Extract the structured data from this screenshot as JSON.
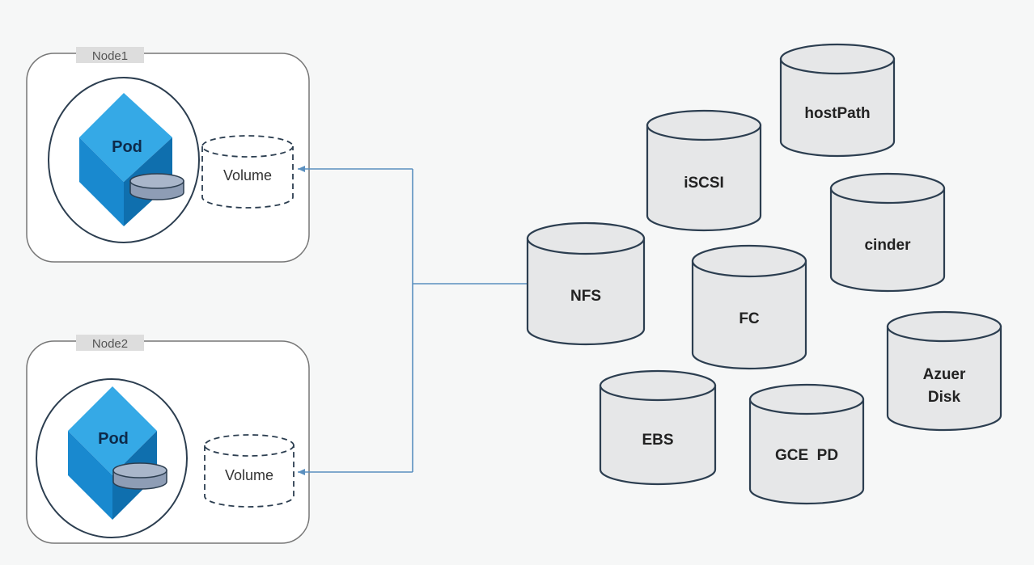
{
  "nodes": [
    {
      "tag": "Node1",
      "pod_label": "Pod",
      "volume_label": "Volume"
    },
    {
      "tag": "Node2",
      "pod_label": "Pod",
      "volume_label": "Volume"
    }
  ],
  "storage": {
    "hostpath": [
      "hostPath"
    ],
    "iscsi": [
      "iSCSI"
    ],
    "cinder": [
      "cinder"
    ],
    "nfs": [
      "NFS"
    ],
    "fc": [
      "FC"
    ],
    "azure": [
      "Azuer",
      "Disk"
    ],
    "ebs": [
      "EBS"
    ],
    "gce": [
      "GCE  PD"
    ]
  },
  "colors": {
    "connector": "#5a8fbf",
    "cylinder_fill": "#e6e7e8",
    "cylinder_stroke": "#2c3e50",
    "pod_top": "#35a9e6",
    "pod_front": "#1989cf",
    "pod_side": "#0f6fae",
    "node_border": "#777777",
    "node_tag_bg": "#dddddd"
  }
}
